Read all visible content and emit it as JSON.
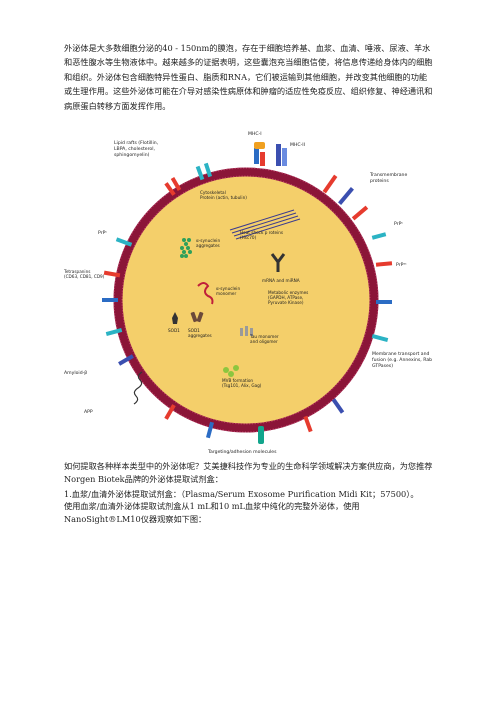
{
  "intro_text": "外泌体是大多数细胞分泌的40 - 150nm的膜泡，存在于细胞培养基、血浆、血清、唾液、尿液、羊水和恶性腹水等生物液体中。越来越多的证据表明，这些囊泡充当细胞信使，将信息传递给身体内的细胞和组织。外泌体包含细胞特异性蛋白、脂质和RNA，它们被运输到其他细胞，并改变其他细胞的功能或生理作用。这些外泌体可能在介导对感染性病原体和肿瘤的适应性免疫反应、组织修复、神经通讯和病原蛋白转移方面发挥作用。",
  "diagram": {
    "labels": {
      "mhc1": "MHC-I",
      "mhc2": "MHC-II",
      "lipid_rafts_1": "Lipid rafts (Flotillin,",
      "lipid_rafts_2": "LBPA, cholesterol,",
      "lipid_rafts_3": "sphingomyelin)",
      "transmembrane_1": "Transmembrane",
      "transmembrane_2": "proteins",
      "prp_left": "PrPᶜ",
      "prp_right": "PrPᶜ",
      "prp_sc": "PrPˢᶜ",
      "cytoskeletal_1": "Cytoskeletal",
      "cytoskeletal_2": "Protein (actin, tubulin)",
      "hsp_1": "Heat shock p roteins",
      "hsp_2": "(Hsc70)",
      "asyn_agg_1": "α-synuclein",
      "asyn_agg_2": "aggregates",
      "mirna": "mRNA and miRNA",
      "tetraspanins_1": "Tetraspanins",
      "tetraspanins_2": "(CD63, CD81, CD9)",
      "asyn_mono_1": "α-synuclein",
      "asyn_mono_2": "monomer",
      "metabolic_1": "Metabolic enzymes",
      "metabolic_2": "(GAPDH, ATPase,",
      "metabolic_3": "Pyruvate Kinase)",
      "sod1": "SOD1",
      "sod1_agg_1": "SOD1",
      "sod1_agg_2": "aggregates",
      "tau_1": "Tau monomer",
      "tau_2": "and oligomer",
      "membrane_transport_1": "Membrane transport and",
      "membrane_transport_2": "fusion (e.g. Annexins, Rab",
      "membrane_transport_3": "GTPases)",
      "mvb_1": "MVB formation",
      "mvb_2": "(Tsg101, Alix, Gag)",
      "amyloid": "Amyloid-β",
      "app": "APP",
      "targeting": "Targeting/adhesion molecules"
    }
  },
  "body": {
    "p1": "如何提取各种样本类型中的外泌体呢？艾美捷科技作为专业的生命科学领域解决方案供应商，为您推荐Norgen Biotek品牌的外泌体提取试剂盒：",
    "p2": "1.血浆/血清外泌体提取试剂盒：（Plasma/Serum Exosome Purification Midi Kit；57500）。",
    "p3": "使用血浆/血清外泌体提取试剂盒从1 mL和10 mL血浆中纯化的完整外泌体，使用NanoSight®LM10仪器观察如下图："
  }
}
